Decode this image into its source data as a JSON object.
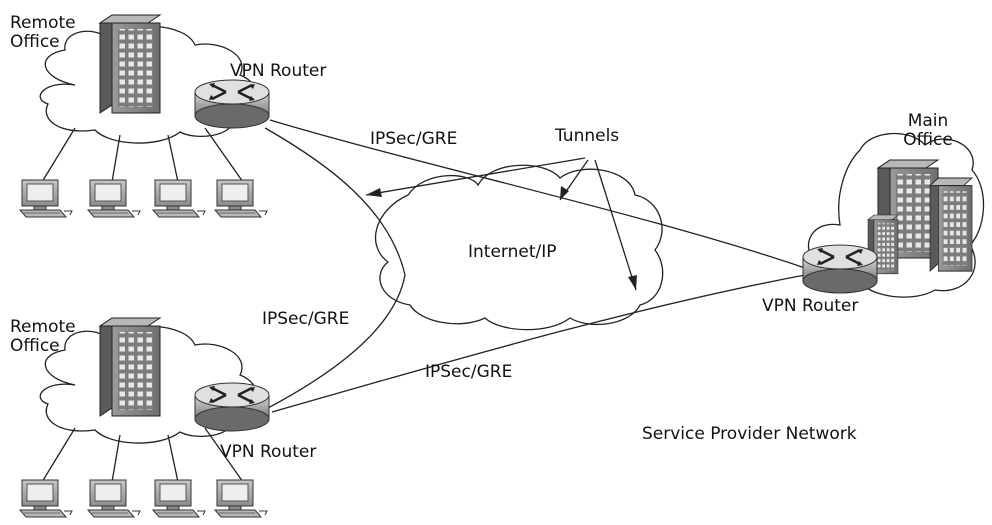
{
  "labels": {
    "remote_office_top": [
      "Remote",
      "Office"
    ],
    "remote_office_bottom": [
      "Remote",
      "Office"
    ],
    "main_office": [
      "Main",
      "Office"
    ],
    "vpn_router_top": "VPN Router",
    "vpn_router_bottom": "VPN Router",
    "vpn_router_main": "VPN Router",
    "tunnels": "Tunnels",
    "internet": "Internet/IP",
    "ipsec_top": "IPSec/GRE",
    "ipsec_mid": "IPSec/GRE",
    "ipsec_bottom": "IPSec/GRE",
    "service_provider": "Service Provider Network"
  }
}
